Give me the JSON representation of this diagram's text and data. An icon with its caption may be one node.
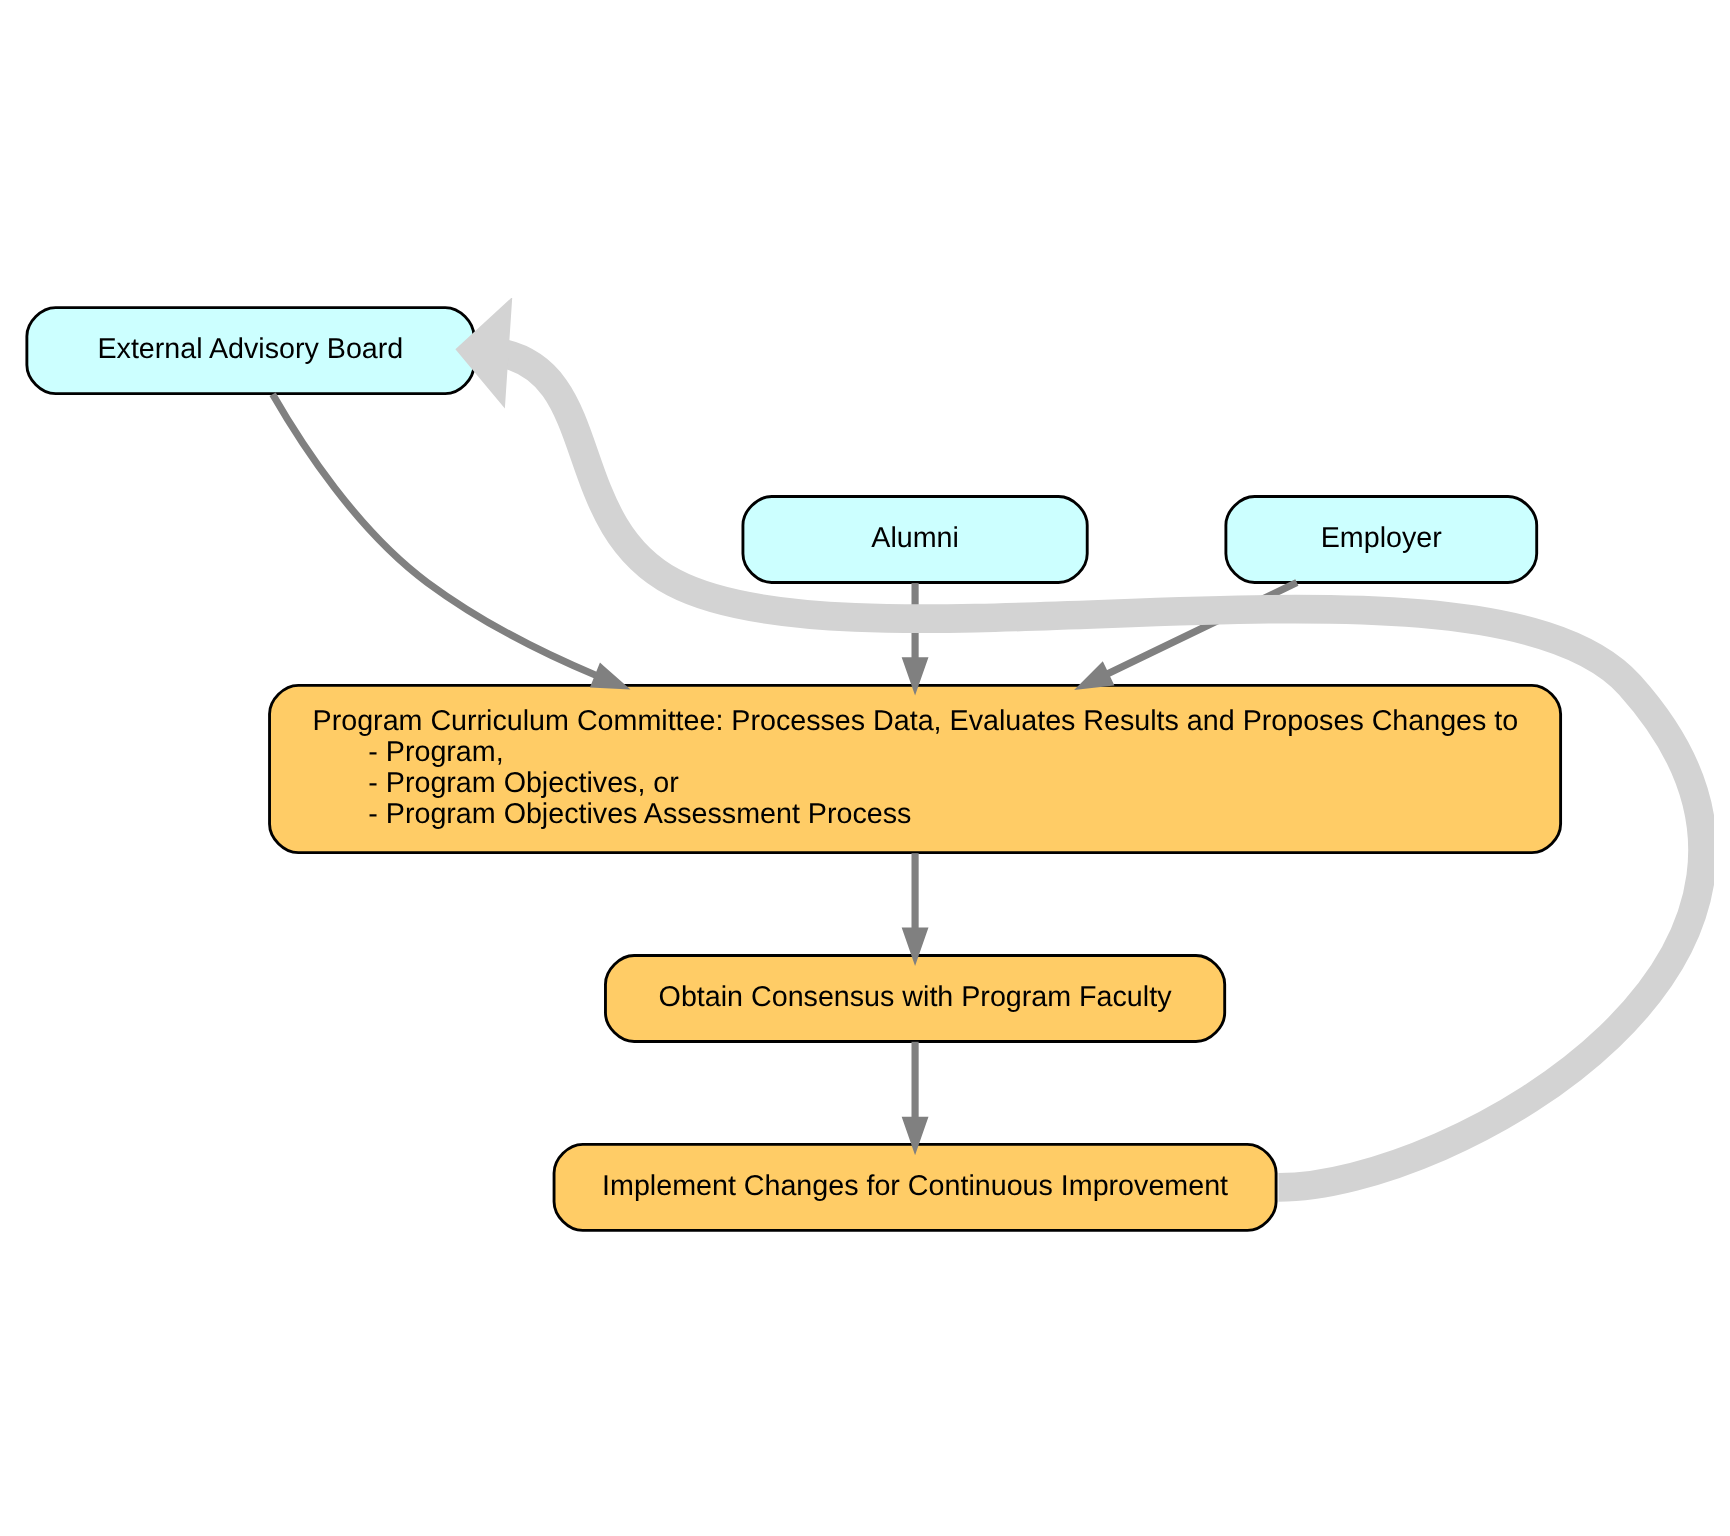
{
  "diagram": {
    "nodes": [
      {
        "text": [
          "External Advisory Board"
        ]
      },
      {
        "text": [
          "Alumni"
        ]
      },
      {
        "text": [
          "Employer"
        ]
      },
      {
        "text": [
          "Program Curriculum Committee: Processes Data, Evaluates Results and Proposes Changes to",
          "- Program,",
          "- Program Objectives, or",
          "- Program Objectives Assessment Process"
        ]
      },
      {
        "text": [
          "Obtain Consensus with Program Faculty"
        ]
      },
      {
        "text": [
          "Implement Changes for Continuous Improvement"
        ]
      }
    ],
    "edges": [
      {
        "from": 1,
        "to": 3,
        "arrow": "to"
      },
      {
        "from": 0,
        "to": 3,
        "arrow": "to"
      },
      {
        "from": 2,
        "to": 3,
        "arrow": "to"
      },
      {
        "from": 3,
        "to": 4,
        "arrow": "to"
      },
      {
        "from": 4,
        "to": 5,
        "arrow": "to"
      },
      {
        "from": 5,
        "to": 0,
        "arrow": "to",
        "style": "thick",
        "color": "#d3d3d3"
      }
    ]
  }
}
